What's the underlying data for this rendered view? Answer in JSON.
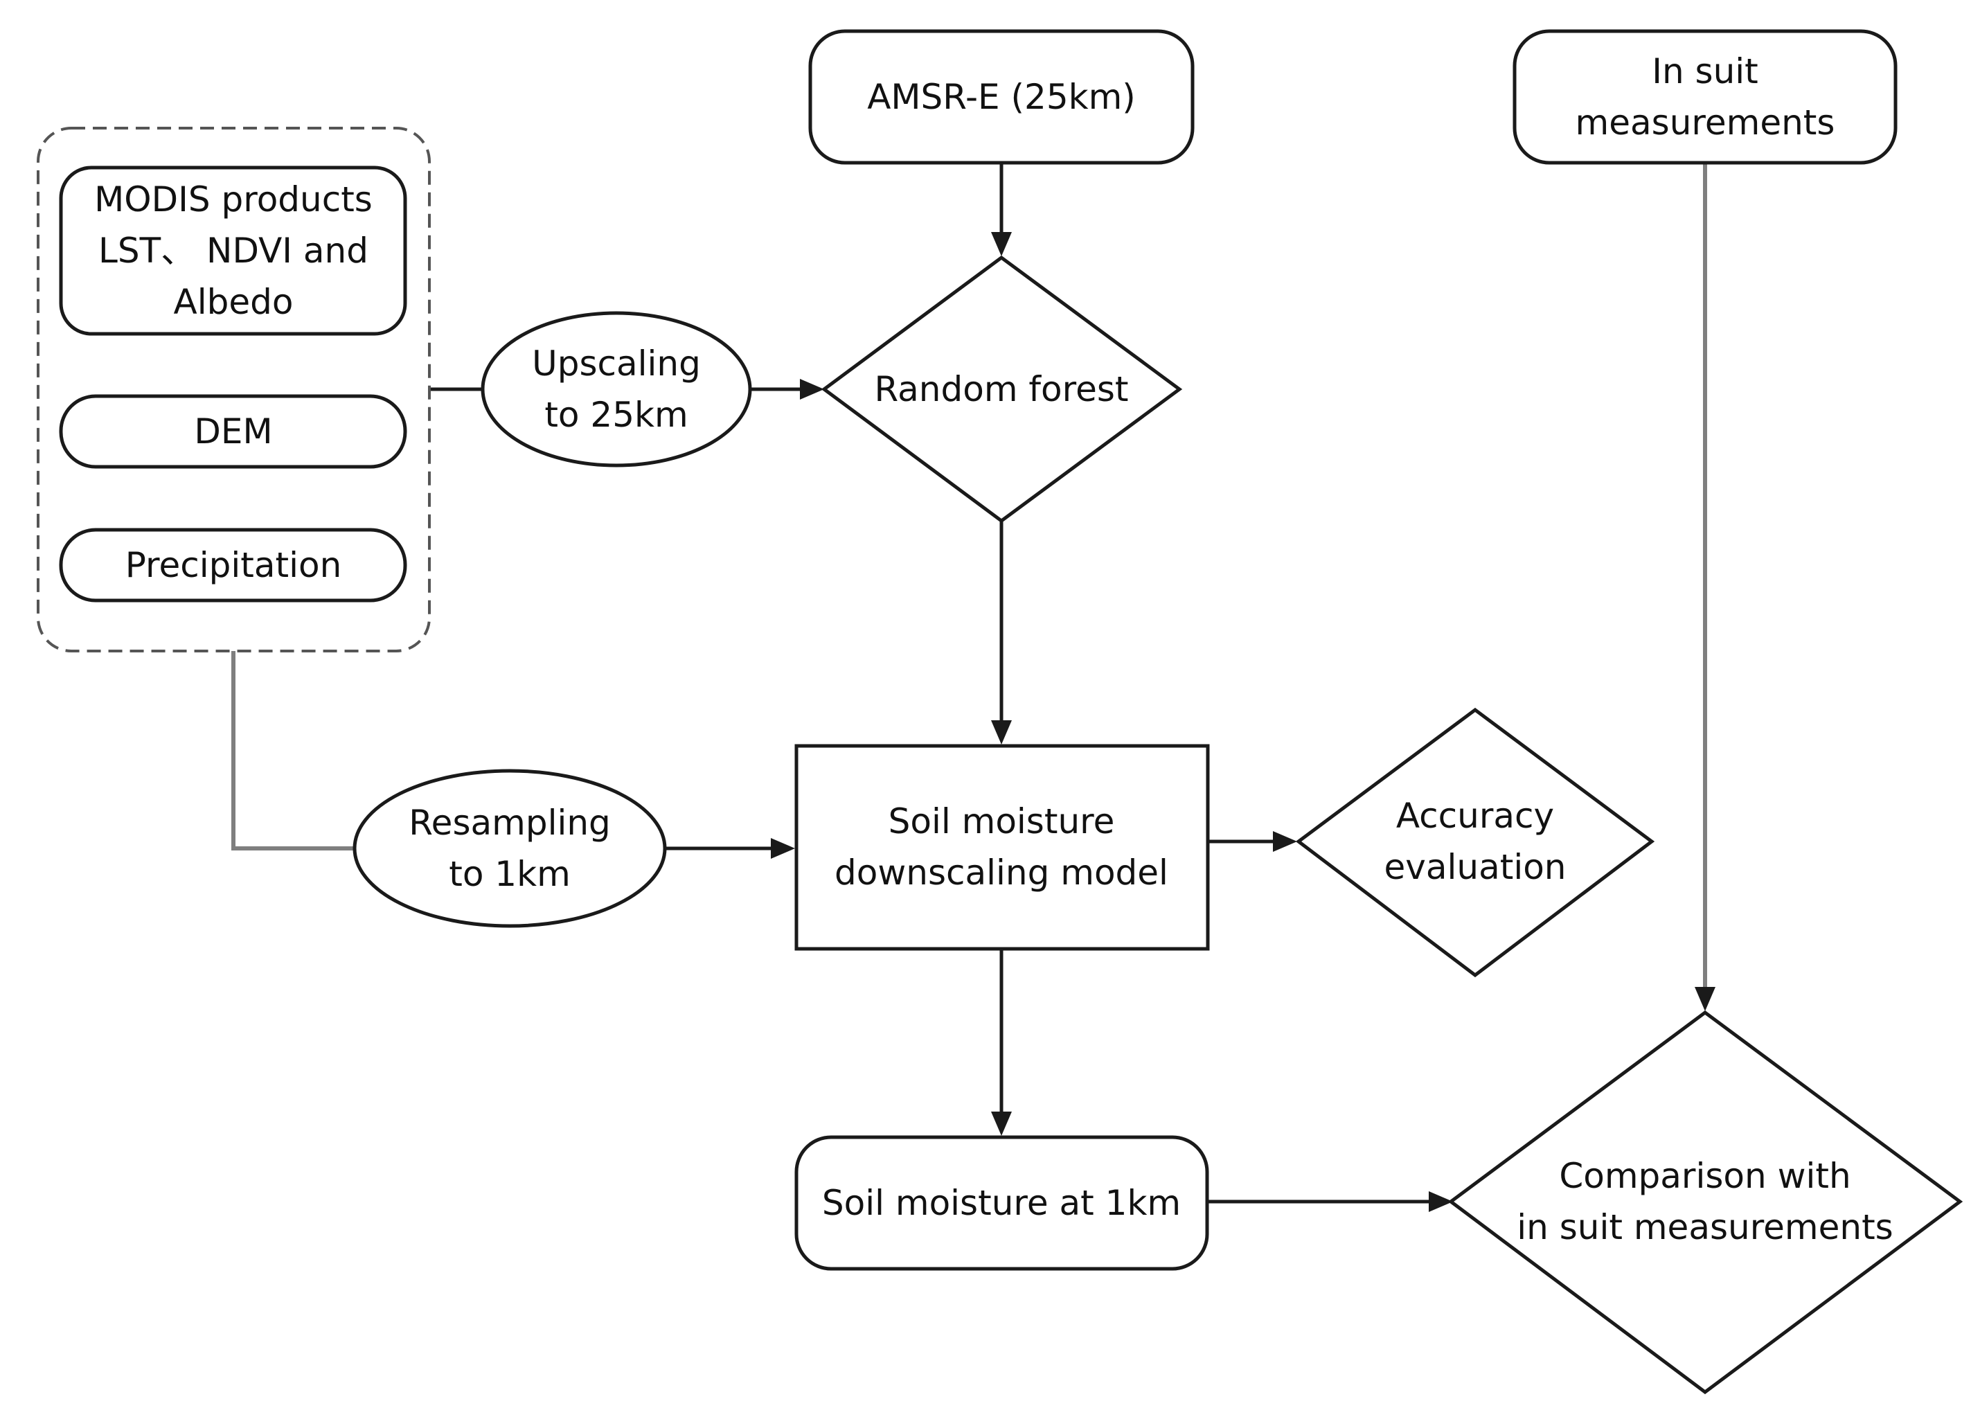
{
  "nodes": {
    "amsr": {
      "lines": [
        "AMSR-E (25km)"
      ]
    },
    "insitu": {
      "lines": [
        "In suit",
        "measurements"
      ]
    },
    "modis": {
      "lines": [
        "MODIS products",
        "LST、 NDVI and",
        "Albedo"
      ]
    },
    "dem": {
      "lines": [
        "DEM"
      ]
    },
    "precip": {
      "lines": [
        "Precipitation"
      ]
    },
    "upscaling": {
      "lines": [
        "Upscaling",
        "to 25km"
      ]
    },
    "random_forest": {
      "lines": [
        "Random forest"
      ]
    },
    "resampling": {
      "lines": [
        "Resampling",
        "to 1km"
      ]
    },
    "downscaling_model": {
      "lines": [
        "Soil moisture",
        "downscaling model"
      ]
    },
    "accuracy": {
      "lines": [
        "Accuracy",
        "evaluation"
      ]
    },
    "sm_1km": {
      "lines": [
        "Soil moisture at 1km"
      ]
    },
    "comparison": {
      "lines": [
        "Comparison with",
        "in suit measurements"
      ]
    }
  }
}
